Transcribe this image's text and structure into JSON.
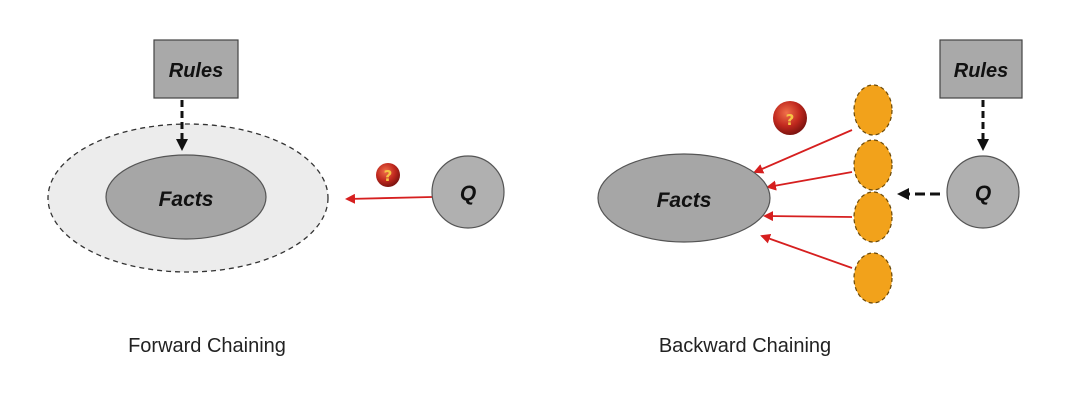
{
  "forward": {
    "rules_label": "Rules",
    "facts_label": "Facts",
    "query_label": "Q",
    "question_badge": "?",
    "caption": "Forward Chaining"
  },
  "backward": {
    "rules_label": "Rules",
    "facts_label": "Facts",
    "query_label": "Q",
    "question_badge": "?",
    "caption": "Backward Chaining",
    "subgoal_count": 4
  },
  "colors": {
    "box_fill": "#a9a9a9",
    "facts_fill": "#a6a6a6",
    "outer_fill": "#ececec",
    "query_fill": "#b0b0b0",
    "subgoal_fill": "#f2a21b",
    "arrow_red": "#d61f1f",
    "arrow_black": "#111111",
    "badge_red": "#c0281e"
  }
}
